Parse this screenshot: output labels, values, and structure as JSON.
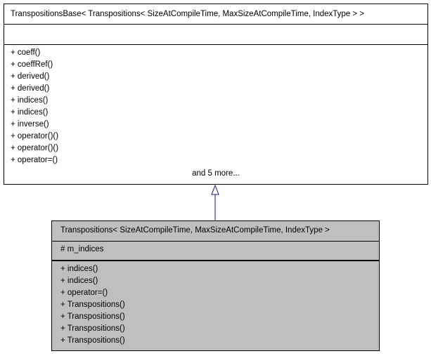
{
  "base_class": {
    "name": "TranspositionsBase< Transpositions< SizeAtCompileTime, MaxSizeAtCompileTime, IndexType > >",
    "attributes": [],
    "operations": [
      "+ coeff()",
      "+ coeffRef()",
      "+ derived()",
      "+ derived()",
      "+ indices()",
      "+ indices()",
      "+ inverse()",
      "+ operator()()",
      "+ operator()()",
      "+ operator=()"
    ],
    "more_label": "and 5 more..."
  },
  "derived_class": {
    "name": "Transpositions< SizeAtCompileTime, MaxSizeAtCompileTime, IndexType >",
    "attributes": [
      "# m_indices"
    ],
    "operations": [
      "+ indices()",
      "+ indices()",
      "+ operator=()",
      "+ Transpositions()",
      "+ Transpositions()",
      "+ Transpositions()",
      "+ Transpositions()"
    ]
  },
  "colors": {
    "base_fill": "#ffffff",
    "derived_fill": "#bfbfbf",
    "inheritance_arrow": "#191970",
    "border": "#000000"
  }
}
